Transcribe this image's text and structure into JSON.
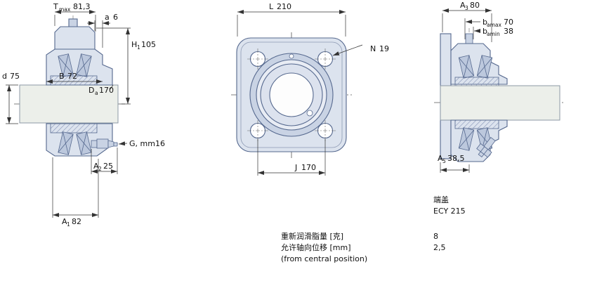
{
  "drawing": {
    "views": {
      "left": {
        "dims": {
          "tmax": {
            "base": "T",
            "sub": "max",
            "value": "81,3"
          },
          "a": {
            "base": "a",
            "value": "6"
          },
          "h1": {
            "base": "H",
            "sub": "1",
            "value": "105"
          },
          "b": {
            "base": "B",
            "value": "72"
          },
          "d": {
            "base": "d",
            "value": "75"
          },
          "da": {
            "base": "D",
            "sub": "a",
            "value": "170"
          },
          "g": {
            "base": "G, mm",
            "value": "16"
          },
          "a2": {
            "base": "A",
            "sub": "2",
            "value": "25"
          },
          "a1": {
            "base": "A",
            "sub": "1",
            "value": "82"
          }
        }
      },
      "front": {
        "dims": {
          "l": {
            "base": "L",
            "value": "210"
          },
          "n": {
            "base": "N",
            "value": "19"
          },
          "j": {
            "base": "J",
            "value": "170"
          }
        }
      },
      "right": {
        "dims": {
          "a3": {
            "base": "A",
            "sub": "3",
            "value": "80"
          },
          "bamax": {
            "base": "b",
            "sub": "amax",
            "value": "70"
          },
          "bamin": {
            "base": "b",
            "sub": "amin",
            "value": "38"
          },
          "a5": {
            "base": "A",
            "sub": "5",
            "value": "38,5"
          }
        }
      }
    },
    "specs": {
      "end_cover": {
        "label": "端盖",
        "value": "ECY 215"
      },
      "relubrication": {
        "label": "重新润滑脂量 [克]",
        "value": "8"
      },
      "axial_displacement": {
        "label": "允许轴向位移 [mm]",
        "value": "2,5",
        "note": "(from central position)"
      }
    },
    "colors": {
      "outline": "#55688e",
      "fill_light": "#dce3ee",
      "fill_mid": "#c9d3e4",
      "shaft_fill": "#ecefea",
      "dimension_line": "#333333",
      "text": "#111111",
      "background": "#ffffff"
    }
  }
}
